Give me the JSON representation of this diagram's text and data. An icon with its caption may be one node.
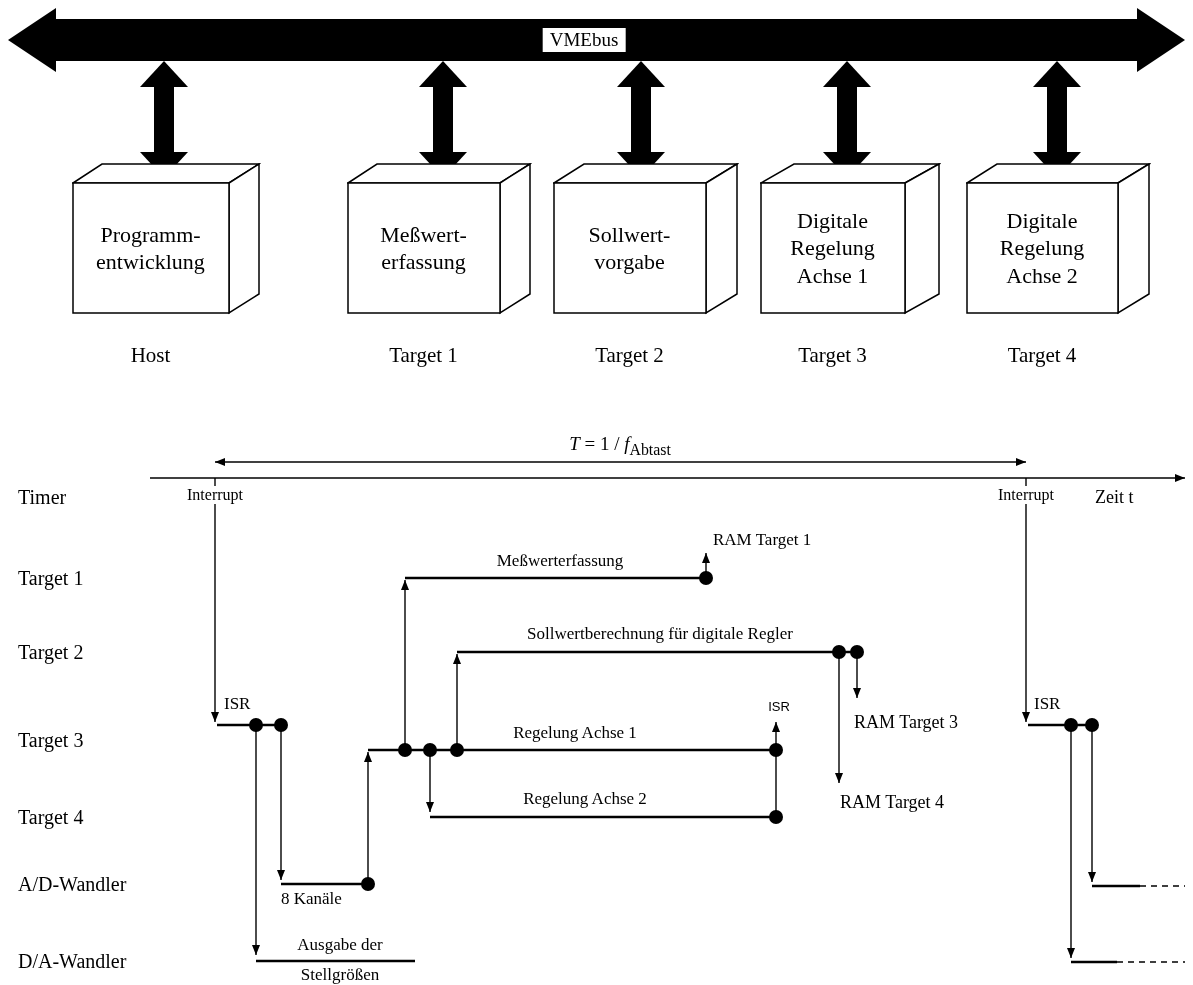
{
  "diagram": {
    "nodes": [
      {
        "text": [
          "VMEbus"
        ]
      },
      {
        "text": [
          "Programm- entwicklung"
        ],
        "beside": [
          "Host"
        ]
      },
      {
        "text": [
          "Meßwert- erfassung"
        ],
        "beside": [
          "Target 1"
        ]
      },
      {
        "text": [
          "Sollwert- vorgabe"
        ],
        "beside": [
          "Target 2"
        ]
      },
      {
        "text": [
          "Digitale Regelung Achse 1"
        ],
        "beside": [
          "Target 3"
        ]
      },
      {
        "text": [
          "Digitale Regelung Achse 2"
        ],
        "beside": [
          "Target 4"
        ]
      }
    ],
    "edges": [
      {
        "from": 0,
        "to": 1,
        "arrow": "both"
      },
      {
        "from": 0,
        "to": 2,
        "arrow": "both"
      },
      {
        "from": 0,
        "to": 3,
        "arrow": "both"
      },
      {
        "from": 0,
        "to": 4,
        "arrow": "both"
      },
      {
        "from": 0,
        "to": 5,
        "arrow": "both"
      }
    ],
    "labels": [
      "*T* = 1 / *f*$_{Abtast}$",
      "Timer",
      "Interrupt",
      "Interrupt",
      "Zeit t",
      "RAM Target 1",
      "Meßwerterfassung",
      "Target 1",
      "Sollwertberechnung für digitale Regler",
      "Target 2",
      "ISR",
      "ISR",
      "ISR",
      "RAM Target 3",
      "Regelung Achse 1",
      "Target 3",
      "Regelung Achse 2",
      "RAM Target 4",
      "Target 4",
      "A/D-Wandler",
      "8 Kanäle",
      "Ausgabe der Stellgrößen",
      "D/A-Wandler"
    ]
  }
}
